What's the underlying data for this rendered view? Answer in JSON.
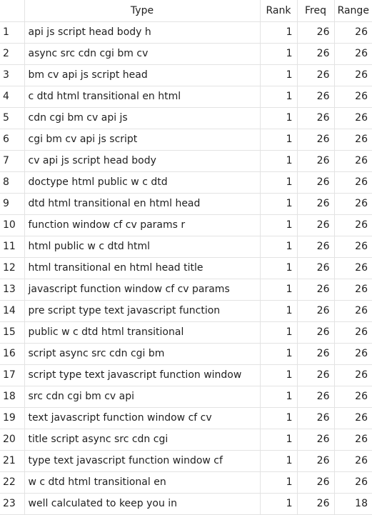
{
  "table": {
    "columns": [
      "",
      "Type",
      "Rank",
      "Freq",
      "Range"
    ],
    "rows": [
      {
        "idx": "1",
        "type": "api js script head body h",
        "rank": "1",
        "freq": "26",
        "range": "26"
      },
      {
        "idx": "2",
        "type": "async src cdn cgi bm cv",
        "rank": "1",
        "freq": "26",
        "range": "26"
      },
      {
        "idx": "3",
        "type": "bm cv api js script head",
        "rank": "1",
        "freq": "26",
        "range": "26"
      },
      {
        "idx": "4",
        "type": "c dtd html transitional en html",
        "rank": "1",
        "freq": "26",
        "range": "26"
      },
      {
        "idx": "5",
        "type": "cdn cgi bm cv api js",
        "rank": "1",
        "freq": "26",
        "range": "26"
      },
      {
        "idx": "6",
        "type": "cgi bm cv api js script",
        "rank": "1",
        "freq": "26",
        "range": "26"
      },
      {
        "idx": "7",
        "type": "cv api js script head body",
        "rank": "1",
        "freq": "26",
        "range": "26"
      },
      {
        "idx": "8",
        "type": "doctype html public w c dtd",
        "rank": "1",
        "freq": "26",
        "range": "26"
      },
      {
        "idx": "9",
        "type": "dtd html transitional en html head",
        "rank": "1",
        "freq": "26",
        "range": "26"
      },
      {
        "idx": "10",
        "type": "function window cf cv params r",
        "rank": "1",
        "freq": "26",
        "range": "26"
      },
      {
        "idx": "11",
        "type": "html public w c dtd html",
        "rank": "1",
        "freq": "26",
        "range": "26"
      },
      {
        "idx": "12",
        "type": "html transitional en html head title",
        "rank": "1",
        "freq": "26",
        "range": "26"
      },
      {
        "idx": "13",
        "type": "javascript function window cf cv params",
        "rank": "1",
        "freq": "26",
        "range": "26"
      },
      {
        "idx": "14",
        "type": "pre script type text javascript function",
        "rank": "1",
        "freq": "26",
        "range": "26"
      },
      {
        "idx": "15",
        "type": "public w c dtd html transitional",
        "rank": "1",
        "freq": "26",
        "range": "26"
      },
      {
        "idx": "16",
        "type": "script async src cdn cgi bm",
        "rank": "1",
        "freq": "26",
        "range": "26"
      },
      {
        "idx": "17",
        "type": "script type text javascript function window",
        "rank": "1",
        "freq": "26",
        "range": "26"
      },
      {
        "idx": "18",
        "type": "src cdn cgi bm cv api",
        "rank": "1",
        "freq": "26",
        "range": "26"
      },
      {
        "idx": "19",
        "type": "text javascript function window cf cv",
        "rank": "1",
        "freq": "26",
        "range": "26"
      },
      {
        "idx": "20",
        "type": "title script async src cdn cgi",
        "rank": "1",
        "freq": "26",
        "range": "26"
      },
      {
        "idx": "21",
        "type": "type text javascript function window cf",
        "rank": "1",
        "freq": "26",
        "range": "26"
      },
      {
        "idx": "22",
        "type": "w c dtd html transitional en",
        "rank": "1",
        "freq": "26",
        "range": "26"
      },
      {
        "idx": "23",
        "type": "well calculated to keep you in",
        "rank": "1",
        "freq": "26",
        "range": "18"
      }
    ]
  }
}
